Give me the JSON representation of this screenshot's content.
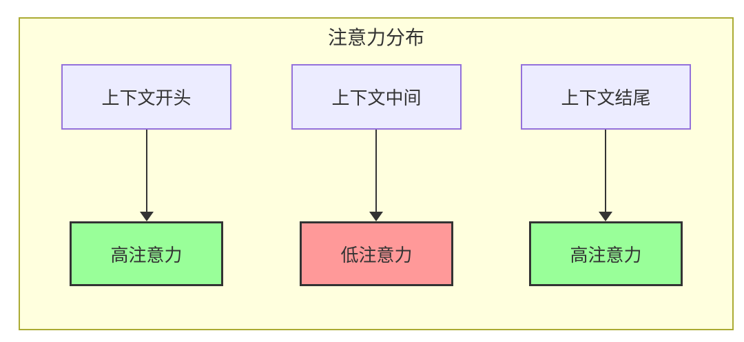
{
  "diagram": {
    "title": "注意力分布",
    "columns": [
      {
        "source": "上下文开头",
        "target": "高注意力",
        "attention_level": "high"
      },
      {
        "source": "上下文中间",
        "target": "低注意力",
        "attention_level": "low"
      },
      {
        "source": "上下文结尾",
        "target": "高注意力",
        "attention_level": "high"
      }
    ],
    "colors": {
      "subgraph_background": "#FFFFDE",
      "subgraph_border": "#AAAA33",
      "source_node_fill": "#ECECFF",
      "source_node_border": "#9370DB",
      "high_attention_fill": "#99FF99",
      "low_attention_fill": "#FF9999",
      "target_node_border": "#333333",
      "arrow": "#333333",
      "text": "#333333"
    }
  }
}
